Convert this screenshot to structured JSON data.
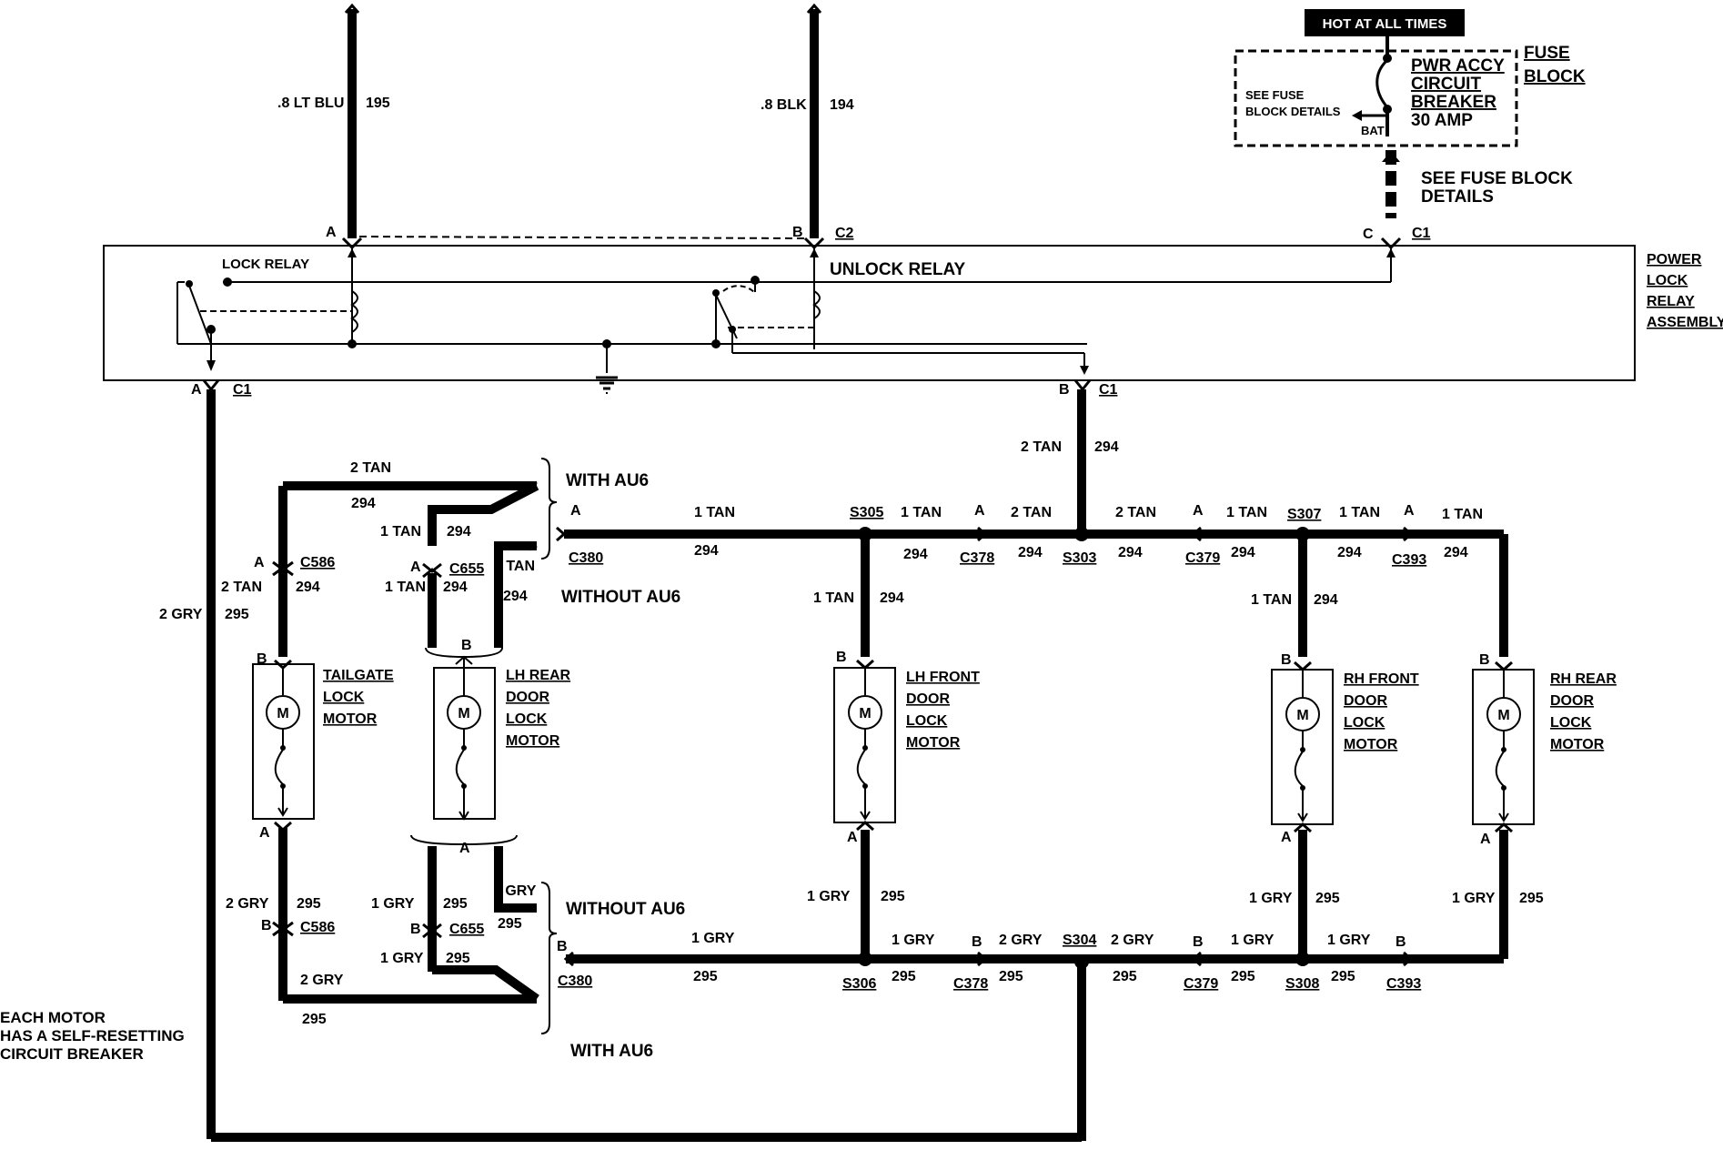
{
  "fuse_block": {
    "hot_label": "HOT AT ALL TIMES",
    "breaker_line1": "PWR ACCY",
    "breaker_line2": "CIRCUIT",
    "breaker_line3": "BREAKER",
    "breaker_rating": "30 AMP",
    "see_details_line1": "SEE FUSE",
    "see_details_line2": "BLOCK DETAILS",
    "bat": "BAT",
    "title_line1": "FUSE",
    "title_line2": "BLOCK",
    "see_fuse_block_line1": "SEE FUSE BLOCK",
    "see_fuse_block_line2": "DETAILS"
  },
  "relay_assembly": {
    "title_line1": "POWER",
    "title_line2": "LOCK",
    "title_line3": "RELAY",
    "title_line4": "ASSEMBLY",
    "lock_relay": "LOCK RELAY",
    "unlock_relay": "UNLOCK RELAY",
    "pin_a_top": "A",
    "pin_b_top": "B",
    "conn_c2": "C2",
    "pin_c": "C",
    "conn_c1_top": "C1",
    "pin_a_bottom": "A",
    "conn_c1_a": "C1",
    "pin_b_bottom": "B",
    "conn_c1_b": "C1"
  },
  "wires": {
    "w195_gauge": ".8 LT BLU",
    "w195_num": "195",
    "w194_gauge": ".8 BLK",
    "w194_num": "194",
    "w294_main_gauge": "2 TAN",
    "w294_main_num": "294",
    "w295_main_gauge": "2 GRY",
    "w295_main_num": "295"
  },
  "options": {
    "with_au6_top": "WITH AU6",
    "without_au6_top": "WITHOUT AU6",
    "without_au6_bottom": "WITHOUT AU6",
    "with_au6_bottom": "WITH AU6"
  },
  "motors": {
    "motor_symbol": "M",
    "tailgate": [
      "TAILGATE",
      "LOCK",
      "MOTOR"
    ],
    "lh_rear": [
      "LH REAR",
      "DOOR",
      "LOCK",
      "MOTOR"
    ],
    "lh_front": [
      "LH FRONT",
      "DOOR",
      "LOCK",
      "MOTOR"
    ],
    "rh_front": [
      "RH FRONT",
      "DOOR",
      "LOCK",
      "MOTOR"
    ],
    "rh_rear": [
      "RH REAR",
      "DOOR",
      "LOCK",
      "MOTOR"
    ]
  },
  "tan_labels": {
    "t_2tan": "2 TAN",
    "t_1tan": "1 TAN",
    "t_294": "294",
    "conn_a": "A",
    "conn_b": "B",
    "c586": "C586",
    "c655": "C655",
    "c380": "C380",
    "s305": "S305",
    "c378": "C378",
    "s303": "S303",
    "c379": "C379",
    "s307": "S307",
    "c393": "C393"
  },
  "gry_labels": {
    "g_2gry": "2 GRY",
    "g_1gry": "1 GRY",
    "g_295": "295",
    "s306": "S306",
    "s304": "S304",
    "s308": "S308"
  },
  "note": {
    "line1": "EACH MOTOR",
    "line2": "HAS A SELF-RESETTING",
    "line3": "CIRCUIT BREAKER"
  }
}
